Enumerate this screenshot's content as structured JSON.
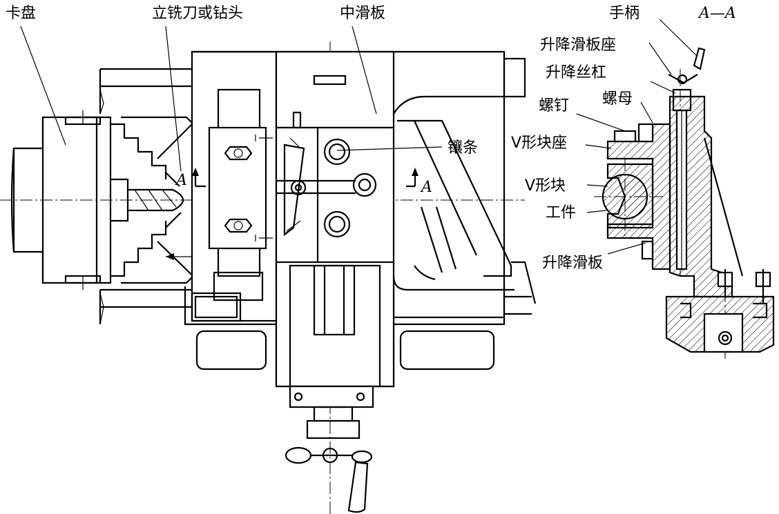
{
  "labels": {
    "chuck": "卡盘",
    "end_mill": "立铣刀或钻头",
    "middle_slide": "中滑板",
    "gib": "镶条",
    "handle": "手柄",
    "section": "A—A",
    "lift_slide_seat": "升降滑板座",
    "lift_screw": "升降丝杠",
    "screw": "螺钉",
    "nut": "螺母",
    "v_block_seat": "V形块座",
    "v_block": "V形块",
    "workpiece": "工件",
    "lift_slide": "升降滑板",
    "section_mark_left": "A",
    "section_mark_right": "A"
  }
}
